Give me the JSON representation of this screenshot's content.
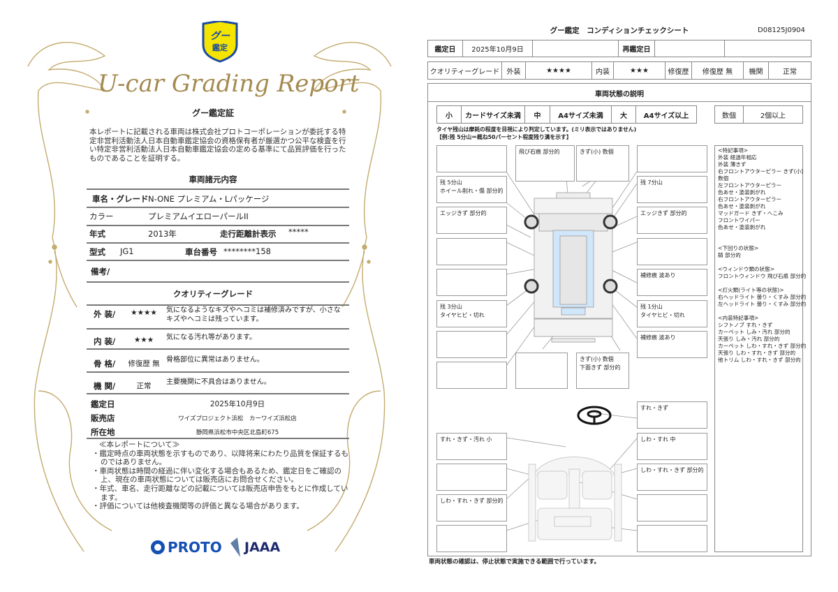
{
  "left": {
    "badge": {
      "line1": "グー",
      "line2": "鑑定"
    },
    "script_title": "U-car Grading Report",
    "cert_title": "グー鑑定証",
    "intro": "本レポートに記載される車両は株式会社プロトコーポレーションが委託する特定非営利活動法人日本自動車鑑定協会の資格保有者が厳選かつ公平な検査を行い特定非営利活動法人日本自動車鑑定協会の定める基準にて品質評価を行ったものであることを証明する。",
    "spec_title": "車両諸元内容",
    "spec": {
      "name_label": "車名・グレード",
      "name": "N-ONE プレミアム・Lパッケージ",
      "color_label": "カラー",
      "color": "プレミアムイエローパールII",
      "year_label": "年式",
      "year": "2013年",
      "odo_label": "走行距離計表示",
      "odo": "*****",
      "model_label": "型式",
      "model": "JG1",
      "chassis_label": "車台番号",
      "chassis": "********158",
      "remarks_label": "備考/"
    },
    "grade_title": "クオリティーグレード",
    "grades": [
      {
        "label": "外 装/",
        "value": "★★★★",
        "desc": "気になるようなキズやヘコミは補修済みですが、小さなキズやヘコミは残っています。"
      },
      {
        "label": "内 装/",
        "value": "★★★",
        "desc": "気になる汚れ等があります。"
      },
      {
        "label": "骨 格/",
        "value": "修復歴 無",
        "desc": "骨格部位に異常はありません。"
      },
      {
        "label": "機 関/",
        "value": "正常",
        "desc": "主要機関に不具合はありません。"
      }
    ],
    "appraisal_date_label": "鑑定日",
    "appraisal_date": "2025年10月9日",
    "dealer_label": "販売店",
    "dealer": "ワイズプロジェクト浜松　カーワイズ浜松店",
    "address_label": "所在地",
    "address": "静岡県浜松市中央区北島町675",
    "notes_title": "≪本レポートについて≫",
    "notes": [
      "・鑑定時点の車両状態を示すものであり、以降将来にわたり品質を保証するものではありません。",
      "・車両状態は時間の経過に伴い変化する場合もあるため、鑑定日をご確認の上、現在の車両状態については販売店にお問合せください。",
      "・年式、車名、走行距離などの記載については販売店申告をもとに作成しています。",
      "・評価については他検査機関等の評価と異なる場合があります。"
    ],
    "logo_proto": "PROTO",
    "logo_jaaa": "JAAA"
  },
  "right": {
    "title": "グー鑑定　コンディションチェックシート",
    "doc_id": "D08125J0904",
    "row1": {
      "date_label": "鑑定日",
      "date": "2025年10月9日",
      "reappraisal_label": "再鑑定日"
    },
    "row2": {
      "grade_label": "クオリティーグレード",
      "ext_label": "外装",
      "ext": "★★★★",
      "int_label": "内装",
      "int": "★★★",
      "repair_label": "修復歴",
      "repair": "修復歴 無",
      "engine_label": "機関",
      "engine": "正常"
    },
    "section_title": "車両状態の説明",
    "sizes": {
      "s": "小",
      "s_desc": "カードサイズ未満",
      "m": "中",
      "m_desc": "A4サイズ未満",
      "l": "大",
      "l_desc": "A4サイズ以上",
      "count_label": "数個",
      "count_desc": "2個以上"
    },
    "tire_note1": "タイヤ残山は摩耗の程度を目視により判定しています。(ミリ表示ではありません)",
    "tire_note2": "【例:残 5分山＝概ね50パーセント程度残り溝を示す】",
    "ext_left": [
      "",
      "残 5分山\nホイール削れ・傷 部分的",
      "エッジきず 部分的",
      "",
      "",
      "残 3分山\nタイヤヒビ・切れ",
      "",
      ""
    ],
    "ext_right": [
      "",
      "残 7分山",
      "エッジきず 部分的",
      "",
      "補修痕 波あり",
      "残 1分山\nタイヤヒビ・切れ",
      "補修痕 波あり"
    ],
    "ext_top": [
      "飛び石痕 部分的",
      "きず(小) 数個"
    ],
    "ext_bottom": [
      "",
      "きず(小) 数個\n下面きず 部分的"
    ],
    "int_left": [
      "すれ・きず・汚れ 小",
      "",
      "しわ・すれ・きず 部分的",
      ""
    ],
    "int_right": [
      "すれ・きず",
      "しわ・すれ 中",
      "しわ・すれ・きず 部分的",
      "",
      ""
    ],
    "special": [
      "<特記事項>",
      "外装 経過年相応",
      "外装 薄きず",
      "右フロントアウターピラー きず(小)",
      "数個",
      "左フロントアウターピラー",
      "色あせ・塗装剥がれ",
      "右フロントアウターピラー",
      "色あせ・塗装剥がれ",
      "マッドガード きず・へこみ",
      "フロントワイパー",
      "色あせ・塗装剥がれ",
      "",
      "",
      "<下回りの状態>",
      "錆 部分的",
      "",
      "<ウィンドウ類の状態>",
      "フロントウィンドウ 飛び石痕 部分的",
      "",
      "<灯火類(ライト等の状態)>",
      "右ヘッドライト 曇り・くすみ 部分的",
      "左ヘッドライト 曇り・くすみ 部分的",
      "",
      "<内装特記事項>",
      "シフトノブ すれ・きず",
      "カーペット しみ・汚れ 部分的",
      "天張り しみ・汚れ 部分的",
      "カーペット しわ・すれ・きず 部分的",
      "天張り しわ・すれ・きず 部分的",
      "他トリム しわ・すれ・きず 部分的"
    ],
    "footer": "車両状態の確認は、停止状態で実施できる範囲で行っています。"
  },
  "colors": {
    "gold": "#a8915a",
    "badge_yellow": "#f5e400",
    "badge_blue": "#1b4aa0",
    "proto_blue": "#1450b4",
    "jaaa_navy": "#1e2a6e",
    "glass": "#cfe6fb"
  }
}
